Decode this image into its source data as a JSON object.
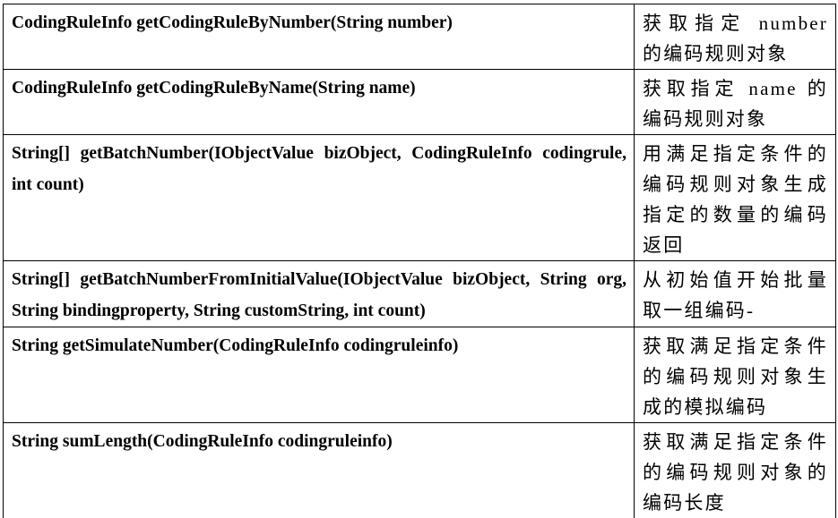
{
  "table": {
    "rows": [
      {
        "method": "CodingRuleInfo getCodingRuleByNumber(String number)",
        "description": "获取指定 number 的编码规则对象"
      },
      {
        "method": "CodingRuleInfo getCodingRuleByName(String name)",
        "description": "获取指定 name 的编码规则对象"
      },
      {
        "method": "String[] getBatchNumber(IObjectValue bizObject, CodingRuleInfo codingrule, int count)",
        "description": "用满足指定条件的编码规则对象生成指定的数量的编码返回"
      },
      {
        "method": "String[] getBatchNumberFromInitialValue(IObjectValue bizObject, String org, String bindingproperty, String customString, int count)",
        "description": "从初始值开始批量取一组编码-"
      },
      {
        "method": "String getSimulateNumber(CodingRuleInfo codingruleinfo)",
        "description": "获取满足指定条件的编码规则对象生成的模拟编码"
      },
      {
        "method": "String sumLength(CodingRuleInfo codingruleinfo)",
        "description": "获取满足指定条件的编码规则对象的编码长度"
      }
    ]
  }
}
